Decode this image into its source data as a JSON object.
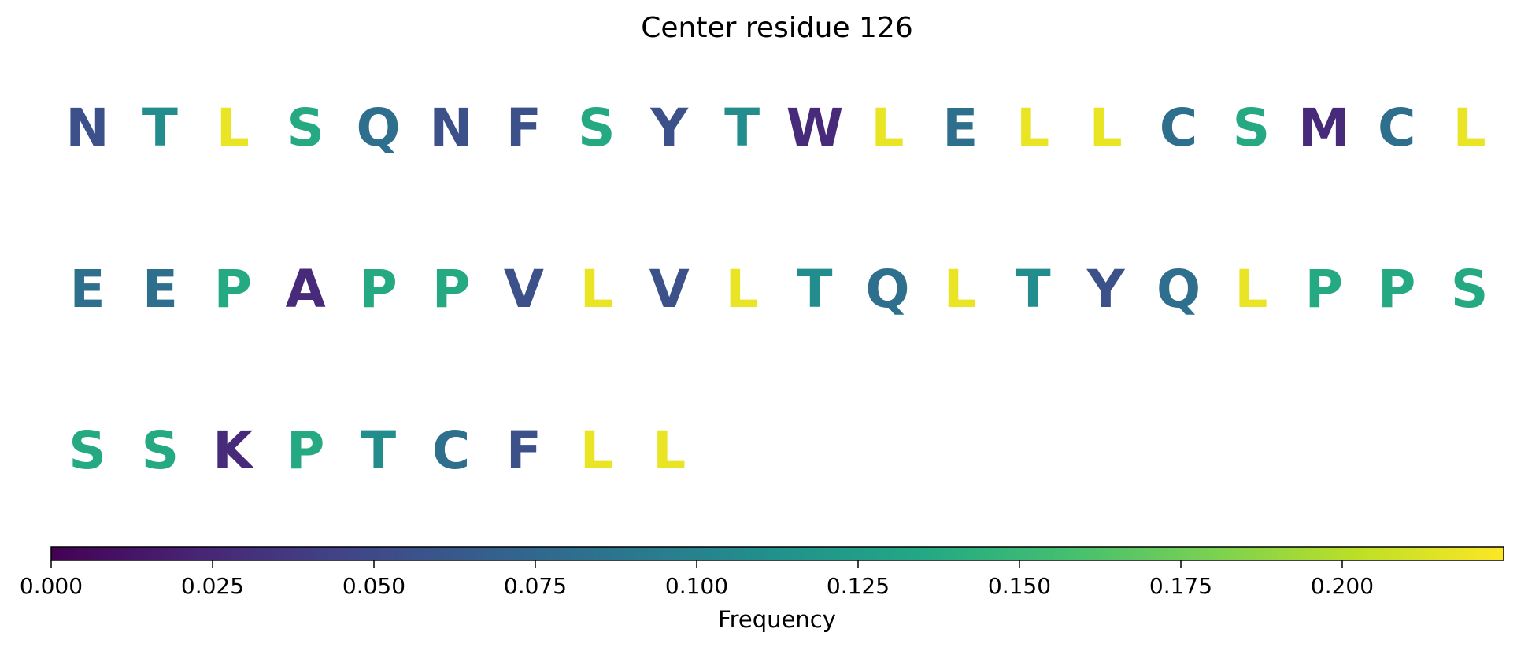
{
  "chart_data": {
    "type": "heatmap",
    "title": "Center residue 126",
    "sequence": [
      {
        "residue": "N",
        "frequency": 0.055
      },
      {
        "residue": "T",
        "frequency": 0.109
      },
      {
        "residue": "L",
        "frequency": 0.218
      },
      {
        "residue": "S",
        "frequency": 0.136
      },
      {
        "residue": "Q",
        "frequency": 0.082
      },
      {
        "residue": "N",
        "frequency": 0.055
      },
      {
        "residue": "F",
        "frequency": 0.055
      },
      {
        "residue": "S",
        "frequency": 0.136
      },
      {
        "residue": "Y",
        "frequency": 0.055
      },
      {
        "residue": "T",
        "frequency": 0.109
      },
      {
        "residue": "W",
        "frequency": 0.027
      },
      {
        "residue": "L",
        "frequency": 0.218
      },
      {
        "residue": "E",
        "frequency": 0.082
      },
      {
        "residue": "L",
        "frequency": 0.218
      },
      {
        "residue": "L",
        "frequency": 0.218
      },
      {
        "residue": "C",
        "frequency": 0.082
      },
      {
        "residue": "S",
        "frequency": 0.136
      },
      {
        "residue": "M",
        "frequency": 0.027
      },
      {
        "residue": "C",
        "frequency": 0.082
      },
      {
        "residue": "L",
        "frequency": 0.218
      },
      {
        "residue": "E",
        "frequency": 0.082
      },
      {
        "residue": "E",
        "frequency": 0.082
      },
      {
        "residue": "P",
        "frequency": 0.136
      },
      {
        "residue": "A",
        "frequency": 0.027
      },
      {
        "residue": "P",
        "frequency": 0.136
      },
      {
        "residue": "P",
        "frequency": 0.136
      },
      {
        "residue": "V",
        "frequency": 0.055
      },
      {
        "residue": "L",
        "frequency": 0.218
      },
      {
        "residue": "V",
        "frequency": 0.055
      },
      {
        "residue": "L",
        "frequency": 0.218
      },
      {
        "residue": "T",
        "frequency": 0.109
      },
      {
        "residue": "Q",
        "frequency": 0.082
      },
      {
        "residue": "L",
        "frequency": 0.218
      },
      {
        "residue": "T",
        "frequency": 0.109
      },
      {
        "residue": "Y",
        "frequency": 0.055
      },
      {
        "residue": "Q",
        "frequency": 0.082
      },
      {
        "residue": "L",
        "frequency": 0.218
      },
      {
        "residue": "P",
        "frequency": 0.136
      },
      {
        "residue": "P",
        "frequency": 0.136
      },
      {
        "residue": "S",
        "frequency": 0.136
      },
      {
        "residue": "S",
        "frequency": 0.136
      },
      {
        "residue": "S",
        "frequency": 0.136
      },
      {
        "residue": "K",
        "frequency": 0.027
      },
      {
        "residue": "P",
        "frequency": 0.136
      },
      {
        "residue": "T",
        "frequency": 0.109
      },
      {
        "residue": "C",
        "frequency": 0.082
      },
      {
        "residue": "F",
        "frequency": 0.055
      },
      {
        "residue": "L",
        "frequency": 0.218
      },
      {
        "residue": "L",
        "frequency": 0.218
      }
    ],
    "residues_per_row": 20,
    "colormap": "viridis",
    "colorbar": {
      "label": "Frequency",
      "range": [
        0.0,
        0.225
      ],
      "ticks": [
        0.0,
        0.025,
        0.05,
        0.075,
        0.1,
        0.125,
        0.15,
        0.175,
        0.2
      ],
      "tick_labels": [
        "0.000",
        "0.025",
        "0.050",
        "0.075",
        "0.100",
        "0.125",
        "0.150",
        "0.175",
        "0.200"
      ],
      "orientation": "horizontal",
      "placement": "bottom"
    }
  }
}
